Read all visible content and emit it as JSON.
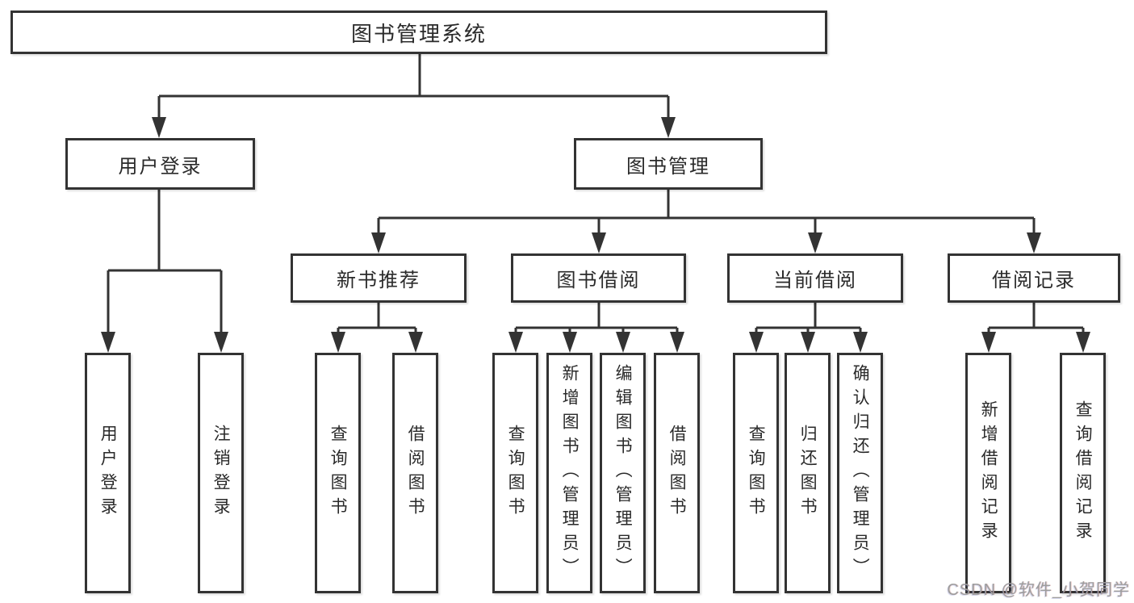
{
  "colors": {
    "line": "#333333",
    "border": "#333333",
    "text": "#2a2a2a",
    "background": "#ffffff",
    "watermark": "#9d9d9d"
  },
  "nodes": {
    "root": {
      "label": "图书管理系统"
    },
    "user_login": {
      "label": "用户登录"
    },
    "book_management": {
      "label": "图书管理"
    },
    "new_book_recommend": {
      "label": "新书推荐"
    },
    "book_borrowing": {
      "label": "图书借阅"
    },
    "current_borrowing": {
      "label": "当前借阅"
    },
    "borrowing_records": {
      "label": "借阅记录"
    }
  },
  "leaves": [
    {
      "label": "用户登录"
    },
    {
      "label": "注销登录"
    },
    {
      "label": "查询图书"
    },
    {
      "label": "借阅图书"
    },
    {
      "label": "查询图书"
    },
    {
      "label": "新增图书（管理员）"
    },
    {
      "label": "编辑图书（管理员）"
    },
    {
      "label": "借阅图书"
    },
    {
      "label": "查询图书"
    },
    {
      "label": "归还图书"
    },
    {
      "label": "确认归还（管理员）"
    },
    {
      "label": "新增借阅记录"
    },
    {
      "label": "查询借阅记录"
    }
  ],
  "watermark": {
    "text": "CSDN @软件_小贺同学"
  }
}
